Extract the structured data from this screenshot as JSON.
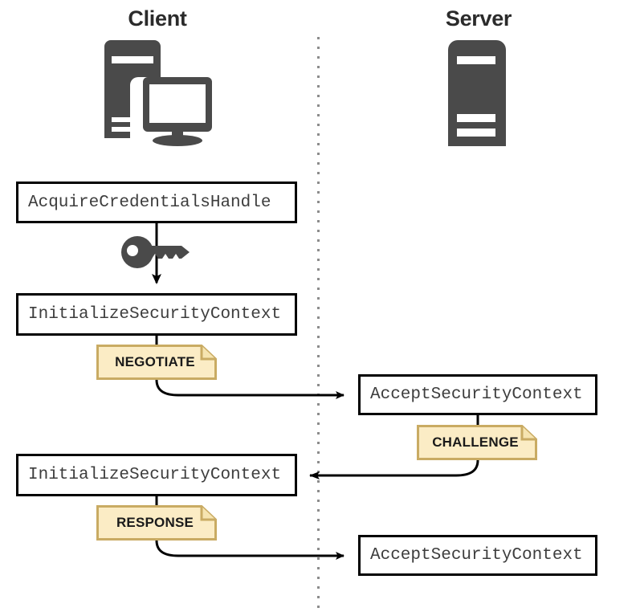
{
  "diagram": {
    "type": "sequence-flow",
    "title_client": "Client",
    "title_server": "Server",
    "background_color": "#ffffff",
    "lanes": [
      {
        "name": "client",
        "label": "Client",
        "icon": "desktop-computer-icon"
      },
      {
        "name": "server",
        "label": "Server",
        "icon": "server-tower-icon"
      }
    ],
    "divider": {
      "name": "lane-divider",
      "style": "dotted",
      "color": "#8c8c8c"
    },
    "colors": {
      "box_border": "#000000",
      "box_fill": "#ffffff",
      "box_text": "#3d3d3d",
      "note_fill": "#fbecc5",
      "note_border": "#c9ab63",
      "note_fold": "#f6e4b0",
      "note_text": "#1a1a1a",
      "connector": "#000000",
      "icon_gray": "#4a4a4a",
      "title_text": "#2b2b2b"
    },
    "steps": [
      {
        "id": "acquire-credentials-handle",
        "lane": "client",
        "label": "AcquireCredentialsHandle"
      },
      {
        "id": "initialize-security-context-1",
        "lane": "client",
        "label": "InitializeSecurityContext"
      },
      {
        "id": "accept-security-context-1",
        "lane": "server",
        "label": "AcceptSecurityContext"
      },
      {
        "id": "initialize-security-context-2",
        "lane": "client",
        "label": "InitializeSecurityContext"
      },
      {
        "id": "accept-security-context-2",
        "lane": "server",
        "label": "AcceptSecurityContext"
      }
    ],
    "notes": [
      {
        "id": "negotiate",
        "label": "NEGOTIATE",
        "direction": "client-to-server"
      },
      {
        "id": "challenge",
        "label": "CHALLENGE",
        "direction": "server-to-client"
      },
      {
        "id": "response",
        "label": "RESPONSE",
        "direction": "client-to-server"
      }
    ],
    "connectors": [
      {
        "id": "credential-handoff",
        "icon": "key-icon",
        "from": "acquire-credentials-handle",
        "to": "initialize-security-context-1"
      },
      {
        "id": "negotiate-flow",
        "from": "initialize-security-context-1",
        "to": "accept-security-context-1"
      },
      {
        "id": "challenge-flow",
        "from": "accept-security-context-1",
        "to": "initialize-security-context-2"
      },
      {
        "id": "response-flow",
        "from": "initialize-security-context-2",
        "to": "accept-security-context-2"
      }
    ]
  }
}
